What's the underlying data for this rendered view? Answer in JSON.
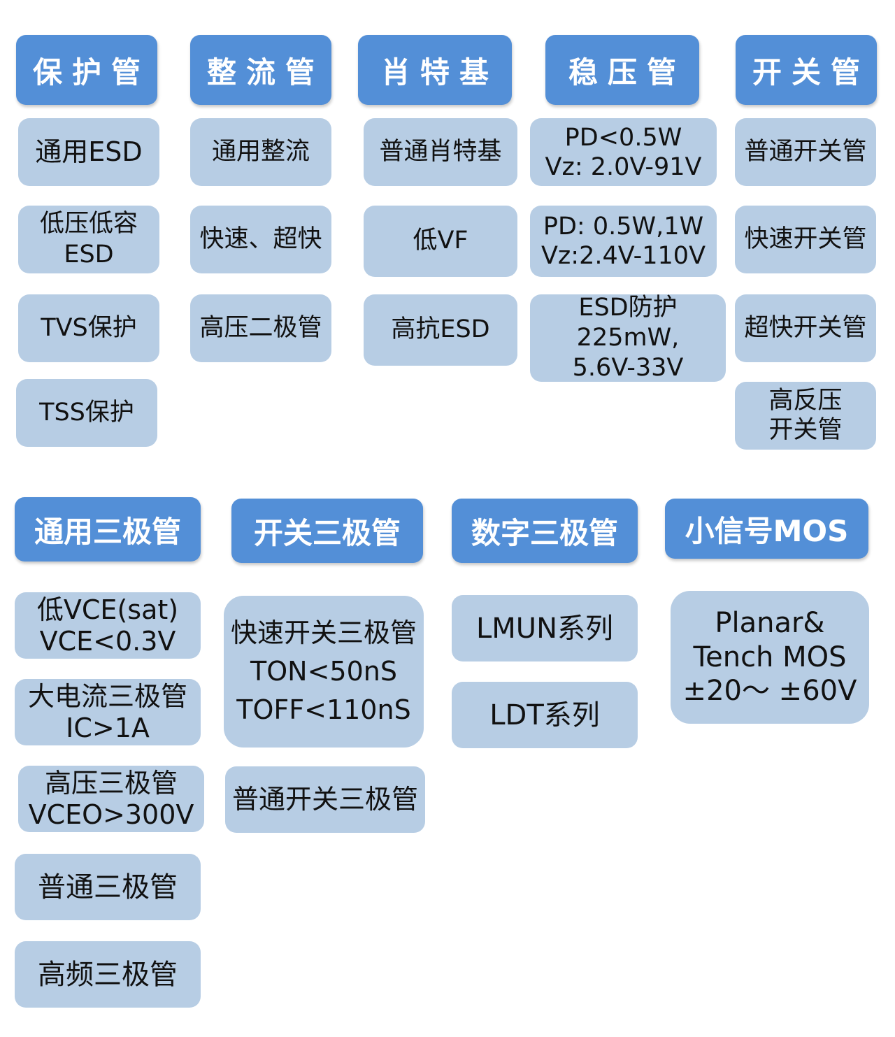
{
  "colors": {
    "header_bg": "#538fd7",
    "header_text": "#ffffff",
    "item_bg": "#b7cde4",
    "item_text": "#111111"
  },
  "top_categories": [
    {
      "title": "保护管",
      "items": [
        {
          "lines": [
            "通用ESD"
          ]
        },
        {
          "lines": [
            "低压低容",
            "ESD"
          ]
        },
        {
          "lines": [
            "TVS保护"
          ]
        },
        {
          "lines": [
            "TSS保护"
          ]
        }
      ]
    },
    {
      "title": "整流管",
      "items": [
        {
          "lines": [
            "通用整流"
          ]
        },
        {
          "lines": [
            "快速、超快"
          ]
        },
        {
          "lines": [
            "高压二极管"
          ]
        }
      ]
    },
    {
      "title": "肖特基",
      "items": [
        {
          "lines": [
            "普通肖特基"
          ]
        },
        {
          "lines": [
            "低VF"
          ]
        },
        {
          "lines": [
            "高抗ESD"
          ]
        }
      ]
    },
    {
      "title": "稳压管",
      "items": [
        {
          "lines": [
            "PD<0.5W",
            "Vz: 2.0V-91V"
          ]
        },
        {
          "lines": [
            "PD: 0.5W,1W",
            "Vz:2.4V-110V"
          ]
        },
        {
          "lines": [
            "ESD防护",
            "225mW,",
            "5.6V-33V"
          ]
        }
      ]
    },
    {
      "title": "开关管",
      "items": [
        {
          "lines": [
            "普通开关管"
          ]
        },
        {
          "lines": [
            "快速开关管"
          ]
        },
        {
          "lines": [
            "超快开关管"
          ]
        },
        {
          "lines": [
            "高反压",
            "开关管"
          ]
        }
      ]
    }
  ],
  "bottom_categories": [
    {
      "title": "通用三极管",
      "items": [
        {
          "lines": [
            "低VCE(sat)",
            "VCE<0.3V"
          ]
        },
        {
          "lines": [
            "大电流三极管",
            "IC>1A"
          ]
        },
        {
          "lines": [
            "高压三极管",
            "VCEO>300V"
          ]
        },
        {
          "lines": [
            "普通三极管"
          ]
        },
        {
          "lines": [
            "高频三极管"
          ]
        }
      ]
    },
    {
      "title": "开关三极管",
      "items": [
        {
          "lines": [
            "快速开关三极管",
            "TON<50nS",
            "TOFF<110nS"
          ]
        },
        {
          "lines": [
            "普通开关三极管"
          ]
        }
      ]
    },
    {
      "title": "数字三极管",
      "items": [
        {
          "lines": [
            "LMUN系列"
          ]
        },
        {
          "lines": [
            "LDT系列"
          ]
        }
      ]
    },
    {
      "title": "小信号MOS",
      "items": [
        {
          "lines": [
            "Planar&",
            "Tench MOS",
            "±20～ ±60V"
          ]
        }
      ]
    }
  ]
}
